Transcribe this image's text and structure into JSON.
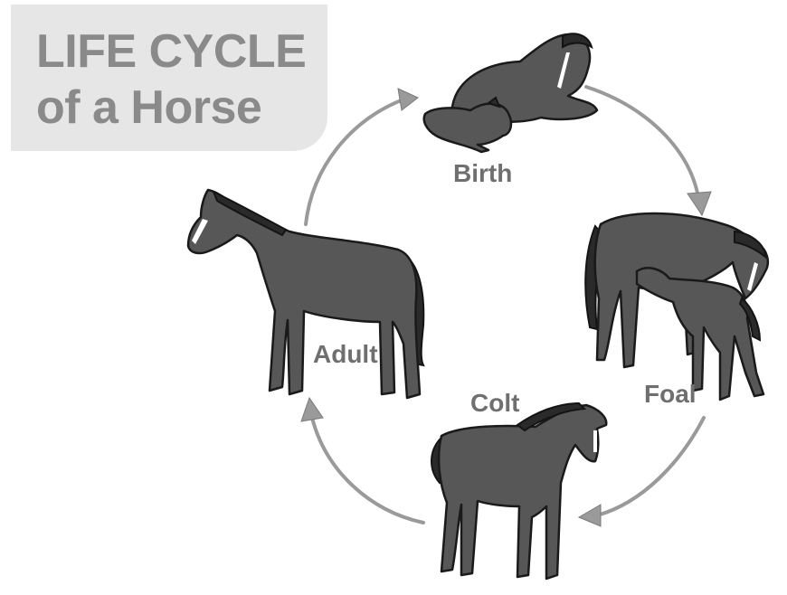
{
  "title": {
    "line1": "LIFE CYCLE",
    "line2": "of a Horse"
  },
  "stages": {
    "birth": "Birth",
    "foal": "Foal",
    "colt": "Colt",
    "adult": "Adult"
  },
  "colors": {
    "title_box": "#e6e6e6",
    "title_text": "#8a8a8a",
    "label_text": "#6f6f6f",
    "horse_fill": "#575757",
    "arrow": "#9a9a9a"
  },
  "icons": {
    "cycle_arrows": "curved-arrow",
    "stage_images": "horse-silhouette"
  }
}
